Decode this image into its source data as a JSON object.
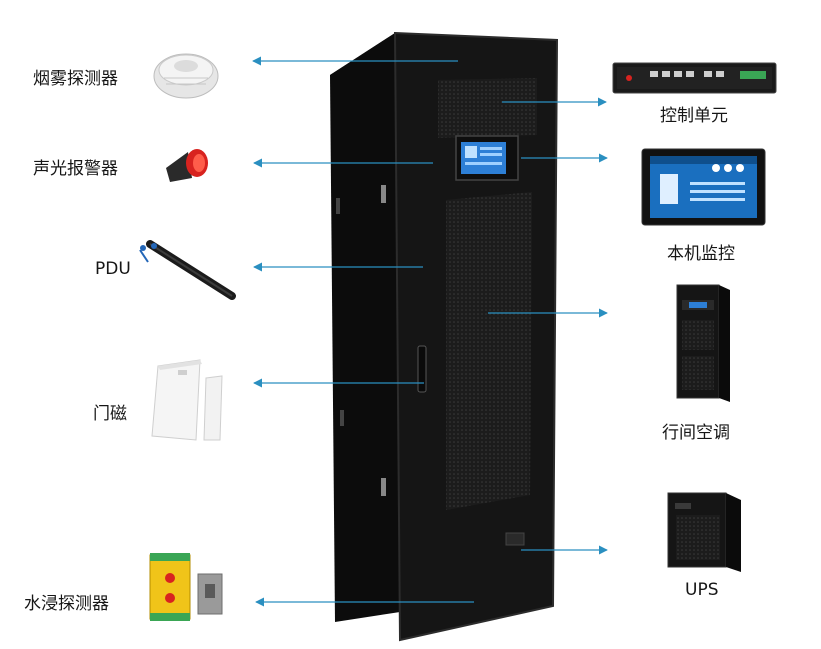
{
  "left_components": [
    {
      "label": "烟雾探测器"
    },
    {
      "label": "声光报警器"
    },
    {
      "label": "PDU"
    },
    {
      "label": "门磁"
    },
    {
      "label": "水浸探测器"
    }
  ],
  "right_components": [
    {
      "label": "控制单元"
    },
    {
      "label": "本机监控"
    },
    {
      "label": "行间空调"
    },
    {
      "label": "UPS"
    }
  ],
  "colors": {
    "arrow": "#2a8fc0",
    "cabinet": "#151515",
    "cabinet_side": "#0c0c0c",
    "alarm_red": "#d8231f",
    "sensor_yellow": "#f0c419",
    "sensor_green": "#3aa655",
    "screen_blue": "#2d7fd6"
  }
}
